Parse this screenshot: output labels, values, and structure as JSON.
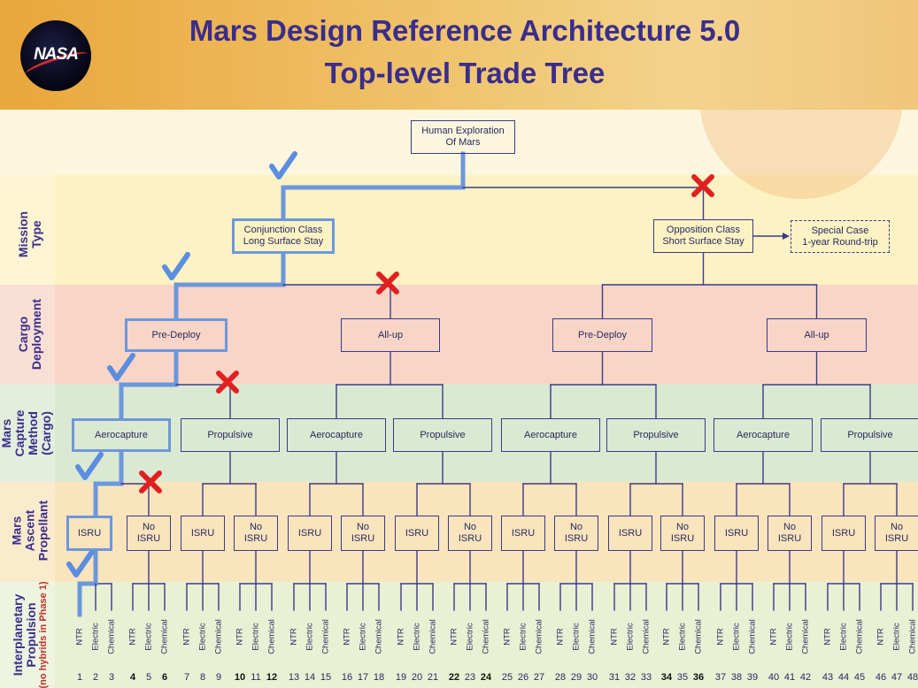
{
  "title": [
    "Mars Design Reference Architecture 5.0",
    "Top-level Trade Tree"
  ],
  "logo_text": "NASA",
  "colors": {
    "title": "#3a2d8c",
    "line": "#3c3a8a",
    "selected": "#6d97dc",
    "check": "#5b8de0",
    "cross": "#e02020"
  },
  "row_labels": {
    "mission_type": [
      "Mission",
      "Type"
    ],
    "cargo_deployment": [
      "Cargo",
      "Deployment"
    ],
    "mars_capture": [
      "Mars Capture",
      "Method",
      "(Cargo)"
    ],
    "mars_ascent": [
      "Mars Ascent",
      "Propellant"
    ],
    "interplanetary": [
      "Interplanetary",
      "Propulsion"
    ],
    "interplanetary_note": [
      "(no hybrids",
      "in Phase 1)"
    ]
  },
  "root": "Human Exploration\nOf Mars",
  "mission": [
    {
      "label": "Conjunction Class\nLong Surface Stay",
      "selected": true
    },
    {
      "label": "Opposition Class\nShort Surface Stay",
      "selected": false
    }
  ],
  "special_case": "Special Case\n1-year Round-trip",
  "cargo": [
    {
      "label": "Pre-Deploy",
      "selected": true
    },
    {
      "label": "All-up",
      "selected": false
    },
    {
      "label": "Pre-Deploy",
      "selected": false
    },
    {
      "label": "All-up",
      "selected": false
    }
  ],
  "capture": [
    "Aerocapture",
    "Propulsive",
    "Aerocapture",
    "Propulsive",
    "Aerocapture",
    "Propulsive",
    "Aerocapture",
    "Propulsive"
  ],
  "ascent": [
    "ISRU",
    "No\nISRU",
    "ISRU",
    "No\nISRU",
    "ISRU",
    "No\nISRU",
    "ISRU",
    "No\nISRU",
    "ISRU",
    "No\nISRU",
    "ISRU",
    "No\nISRU",
    "ISRU",
    "No\nISRU",
    "ISRU",
    "No\nISRU"
  ],
  "propulsion": [
    "NTR",
    "Electric",
    "Chemical"
  ],
  "leaf_numbers": [
    "1",
    "2",
    "3",
    "4",
    "5",
    "6",
    "7",
    "8",
    "9",
    "10",
    "11",
    "12",
    "13",
    "14",
    "15",
    "16",
    "17",
    "18",
    "19",
    "20",
    "21",
    "22",
    "23",
    "24",
    "25",
    "26",
    "27",
    "28",
    "29",
    "30",
    "31",
    "32",
    "33",
    "34",
    "35",
    "36",
    "37",
    "38",
    "39",
    "40",
    "41",
    "42",
    "43",
    "44",
    "45",
    "46",
    "47",
    "48"
  ],
  "bold_numbers": [
    "4",
    "6",
    "10",
    "12",
    "22",
    "24",
    "34",
    "36"
  ]
}
